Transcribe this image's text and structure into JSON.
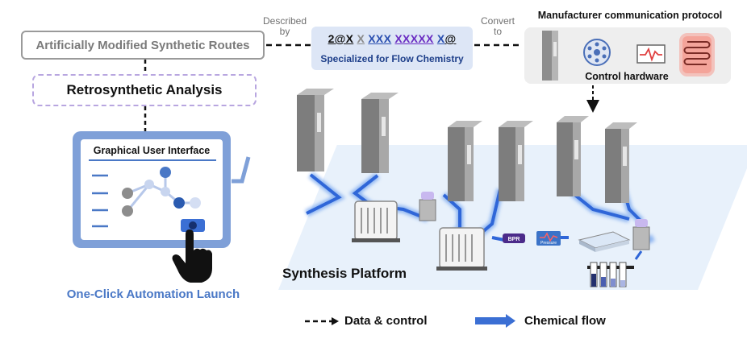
{
  "top_box": {
    "label": "Artificially Modified Synthetic Routes"
  },
  "retro_box": {
    "label": "Retrosynthetic  Analysis"
  },
  "described_by": {
    "line1": "Described",
    "line2": "by"
  },
  "convert_to": {
    "line1": "Convert",
    "line2": "to"
  },
  "code": {
    "p1": "2@X",
    "p2": "X",
    "p3": "XXX",
    "p4": "XXXXX",
    "p5": "X",
    "p6": "@",
    "subtitle": "Specialized for Flow Chemistry"
  },
  "protocol": {
    "title": "Manufacturer communication protocol",
    "control_label": "Control hardware"
  },
  "gui": {
    "title": "Graphical User Interface"
  },
  "one_click": {
    "label": "One-Click Automation Launch"
  },
  "platform": {
    "label": "Synthesis Platform"
  },
  "device_labels": {
    "bpr": "BPR",
    "pressure": "Pressure"
  },
  "legend": {
    "data_control": "Data & control",
    "chemical_flow": "Chemical flow"
  },
  "colors": {
    "flow_blue": "#3b6fd4",
    "gui_frame": "#7fa0d8",
    "platform_bg": "#e8f1fb",
    "retro_border": "#b8a6e0",
    "one_click": "#4a78c6",
    "heater": "#f08a80"
  }
}
